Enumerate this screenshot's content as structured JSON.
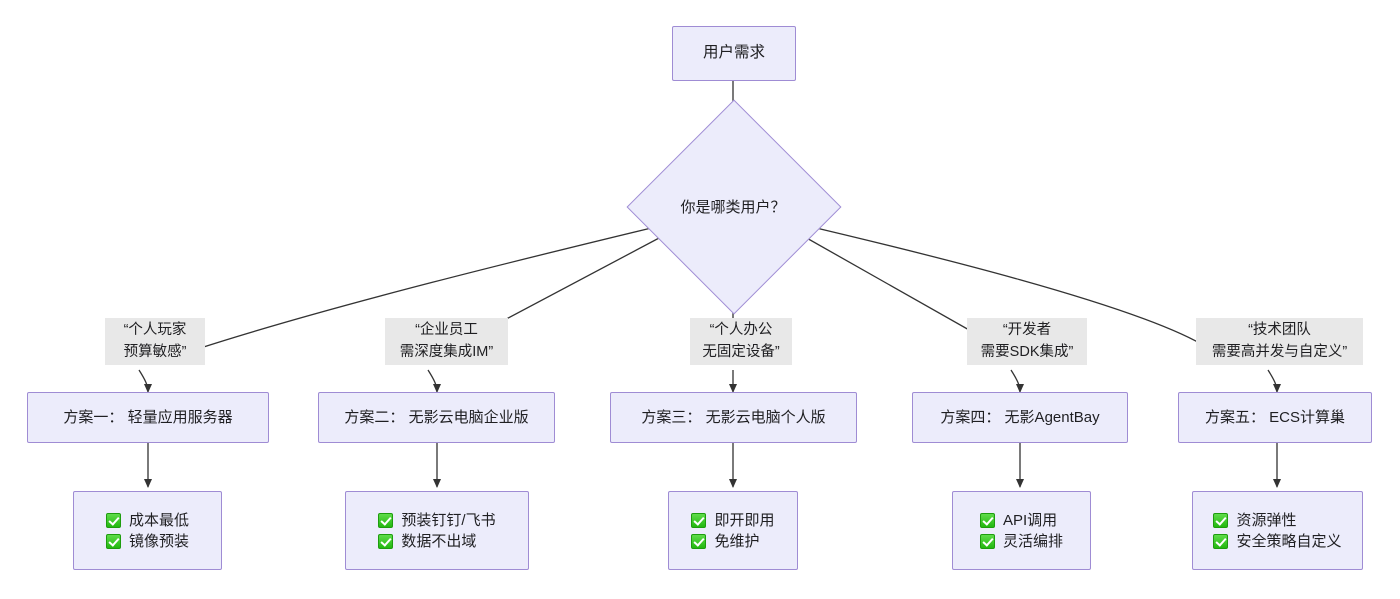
{
  "diagram": {
    "type": "flowchart",
    "direction": "top-down",
    "theme": {
      "node_fill": "#ececfb",
      "node_border": "#9f8cd4",
      "edge_color": "#333333",
      "edge_label_bg": "#e8e8e8",
      "check_color": "#23b810",
      "text_color": "#1f1f22",
      "background": "#ffffff"
    },
    "root": {
      "id": "root",
      "label": "用户需求",
      "shape": "rect"
    },
    "decision": {
      "id": "decision",
      "label": "你是哪类用户？",
      "shape": "diamond"
    },
    "branches": [
      {
        "id": "branch-1",
        "edge_label_line1": "“个人玩家",
        "edge_label_line2": "预算敏感”",
        "solution": "方案一： 轻量应用服务器",
        "features": [
          "成本最低",
          "镜像预装"
        ],
        "check_icon": "checkbox-checked-icon"
      },
      {
        "id": "branch-2",
        "edge_label_line1": "“企业员工",
        "edge_label_line2": "需深度集成IM”",
        "solution": "方案二： 无影云电脑企业版",
        "features": [
          "预装钉钉/飞书",
          "数据不出域"
        ],
        "check_icon": "checkbox-checked-icon"
      },
      {
        "id": "branch-3",
        "edge_label_line1": "“个人办公",
        "edge_label_line2": "无固定设备”",
        "solution": "方案三： 无影云电脑个人版",
        "features": [
          "即开即用",
          "免维护"
        ],
        "check_icon": "checkbox-checked-icon"
      },
      {
        "id": "branch-4",
        "edge_label_line1": "“开发者",
        "edge_label_line2": "需要SDK集成”",
        "solution": "方案四： 无影AgentBay",
        "features": [
          "API调用",
          "灵活编排"
        ],
        "check_icon": "checkbox-checked-icon"
      },
      {
        "id": "branch-5",
        "edge_label_line1": "“技术团队",
        "edge_label_line2": "需要高并发与自定义”",
        "solution": "方案五： ECS计算巢",
        "features": [
          "资源弹性",
          "安全策略自定义"
        ],
        "check_icon": "checkbox-checked-icon"
      }
    ]
  }
}
